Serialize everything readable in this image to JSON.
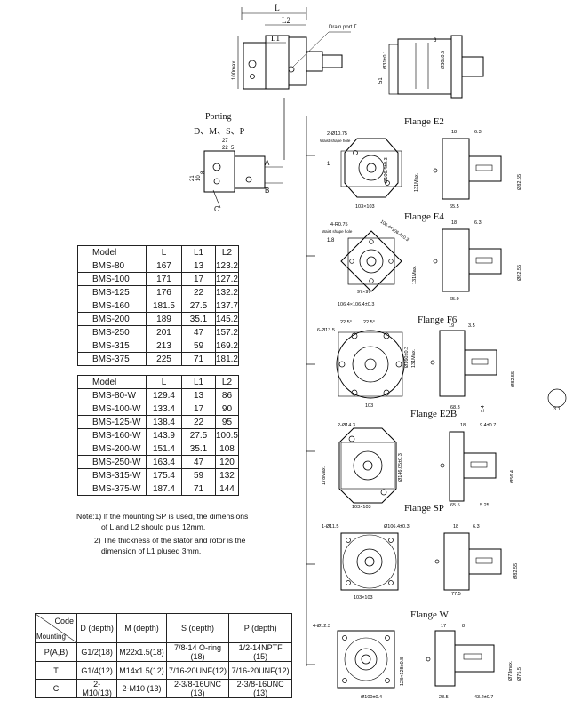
{
  "main_view": {
    "dim_L": "L",
    "dim_L2": "L2",
    "dim_L1": "L1",
    "drain_port": "Drain port T",
    "height": "100max.",
    "d1": "51",
    "d2": "Ø31±0.1",
    "d3": "6",
    "d4": "Ø30±0.5"
  },
  "porting": {
    "title": "Porting",
    "letters": "D、M、S、P",
    "dims": [
      "27",
      "22",
      "5",
      "21",
      "10",
      "8"
    ],
    "label_A": "A",
    "label_B": "B",
    "label_C": "C"
  },
  "flanges": [
    {
      "name": "Flange E2",
      "dims": [
        "2-Ø10.75",
        "Ø106.4±0.3",
        "131Max.",
        "103×103",
        "18",
        "6.3",
        "Ø82.55",
        "65.5",
        "Waist shape hole",
        "1"
      ]
    },
    {
      "name": "Flange E4",
      "dims": [
        "4-R0.75",
        "106.4×106.4±0.3",
        "131Max.",
        "97×97",
        "18",
        "6.3",
        "Ø82.55",
        "65.9",
        "Waist shape hole",
        "1.8"
      ]
    },
    {
      "name": "Flange F6",
      "dims": [
        "22.5°",
        "22.5°",
        "6-Ø13.5",
        "Ø160±0.3",
        "131Max.",
        "103",
        "19",
        "3.5",
        "Ø82.55",
        "68.3",
        "3.4",
        "3.1"
      ]
    },
    {
      "name": "Flange E2B",
      "dims": [
        "2-Ø14.3",
        "Ø146.05±0.3",
        "178Max.",
        "103×103",
        "18",
        "9.4±0.7",
        "Ø56.4",
        "65.5",
        "5.25"
      ]
    },
    {
      "name": "Flange SP",
      "dims": [
        "1-Ø11.5",
        "Ø106.4±0.3",
        "103×103",
        "18",
        "6.3",
        "Ø82.55",
        "77.5"
      ]
    },
    {
      "name": "Flange W",
      "dims": [
        "4-Ø12.3",
        "Ø100±0.4",
        "128×128±0.8",
        "17",
        "8",
        "Ø73max.",
        "Ø75.5",
        "28.5",
        "43.2±0.7"
      ]
    }
  ],
  "table1": {
    "headers": [
      "Model",
      "L",
      "L1",
      "L2"
    ],
    "rows": [
      [
        "BMS-80",
        "167",
        "13",
        "123.2"
      ],
      [
        "BMS-100",
        "171",
        "17",
        "127.2"
      ],
      [
        "BMS-125",
        "176",
        "22",
        "132.2"
      ],
      [
        "BMS-160",
        "181.5",
        "27.5",
        "137.7"
      ],
      [
        "BMS-200",
        "189",
        "35.1",
        "145.2"
      ],
      [
        "BMS-250",
        "201",
        "47",
        "157.2"
      ],
      [
        "BMS-315",
        "213",
        "59",
        "169.2"
      ],
      [
        "BMS-375",
        "225",
        "71",
        "181.2"
      ]
    ]
  },
  "table2": {
    "headers": [
      "Model",
      "L",
      "L1",
      "L2"
    ],
    "rows": [
      [
        "BMS-80-W",
        "129.4",
        "13",
        "86"
      ],
      [
        "BMS-100-W",
        "133.4",
        "17",
        "90"
      ],
      [
        "BMS-125-W",
        "138.4",
        "22",
        "95"
      ],
      [
        "BMS-160-W",
        "143.9",
        "27.5",
        "100.5"
      ],
      [
        "BMS-200-W",
        "151.4",
        "35.1",
        "108"
      ],
      [
        "BMS-250-W",
        "163.4",
        "47",
        "120"
      ],
      [
        "BMS-315-W",
        "175.4",
        "59",
        "132"
      ],
      [
        "BMS-375-W",
        "187.4",
        "71",
        "144"
      ]
    ]
  },
  "notes": [
    "Note:1) If the mounting SP is used, the dimensions",
    "of L and L2 should plus 12mm.",
    "2) The thickness of the stator and rotor is the",
    "dimension of L1 plused 3mm."
  ],
  "port_table": {
    "corner_top": "Code",
    "corner_bottom": "Mounting",
    "headers": [
      "D (depth)",
      "M (depth)",
      "S (depth)",
      "P (depth)"
    ],
    "rows": [
      [
        "P(A,B)",
        "G1/2(18)",
        "M22x1.5(18)",
        "7/8-14 O-ring (18)",
        "1/2-14NPTF (15)"
      ],
      [
        "T",
        "G1/4(12)",
        "M14x1.5(12)",
        "7/16-20UNF(12)",
        "7/16-20UNF(12)"
      ],
      [
        "C",
        "2-M10(13)",
        "2-M10 (13)",
        "2-3/8-16UNC (13)",
        "2-3/8-16UNC (13)"
      ]
    ]
  }
}
